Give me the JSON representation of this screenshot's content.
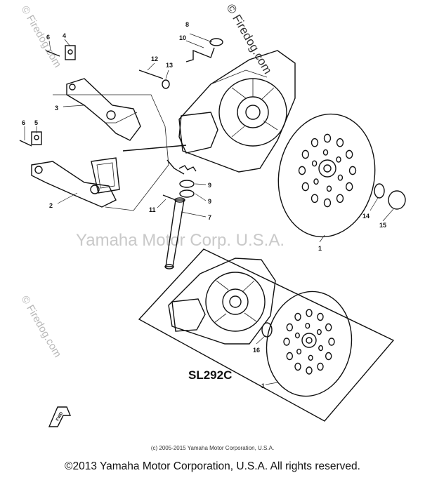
{
  "watermark": {
    "firedog": "© Firedog.com",
    "yamaha": "Yamaha Motor Corp. U.S.A."
  },
  "model_label": "SL292C",
  "direction_label": "FWD",
  "callouts": {
    "c1a": "1",
    "c1b": "1",
    "c2": "2",
    "c3": "3",
    "c4": "4",
    "c5": "5",
    "c6a": "6",
    "c6b": "6",
    "c7": "7",
    "c8": "8",
    "c9a": "9",
    "c9b": "9",
    "c10": "10",
    "c11": "11",
    "c12": "12",
    "c13": "13",
    "c14": "14",
    "c15": "15",
    "c16": "16"
  },
  "small_copyright": "(c) 2005-2015 Yamaha Motor Corporation, U.S.A.",
  "footer_copyright": "©2013 Yamaha Motor Corporation, U.S.A. All rights reserved."
}
